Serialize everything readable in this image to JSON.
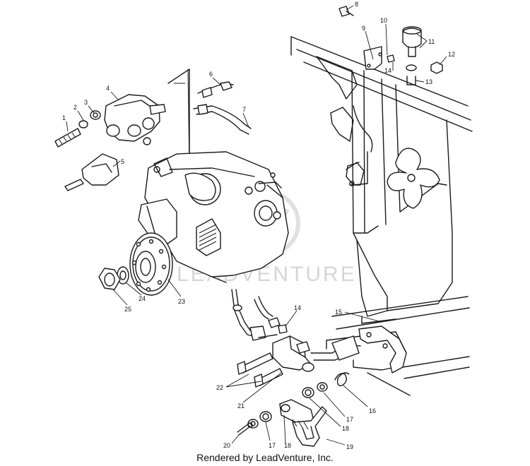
{
  "watermark": "LEADVENTURE",
  "footer": "Rendered by LeadVenture, Inc.",
  "callouts": {
    "c1": "1",
    "c2": "2",
    "c3": "3",
    "c4": "4",
    "c5": "5",
    "c6": "6",
    "c7": "7",
    "c8": "8",
    "c9": "9",
    "c10": "10",
    "c11": "11",
    "c12": "12",
    "c13": "13",
    "c14a": "14",
    "c14b": "14",
    "c15": "15",
    "c16": "16",
    "c17a": "17",
    "c17b": "17",
    "c18a": "18",
    "c18b": "18",
    "c19": "19",
    "c20": "20",
    "c21": "21",
    "c22": "22",
    "c23": "23",
    "c24": "24",
    "c25": "25"
  }
}
